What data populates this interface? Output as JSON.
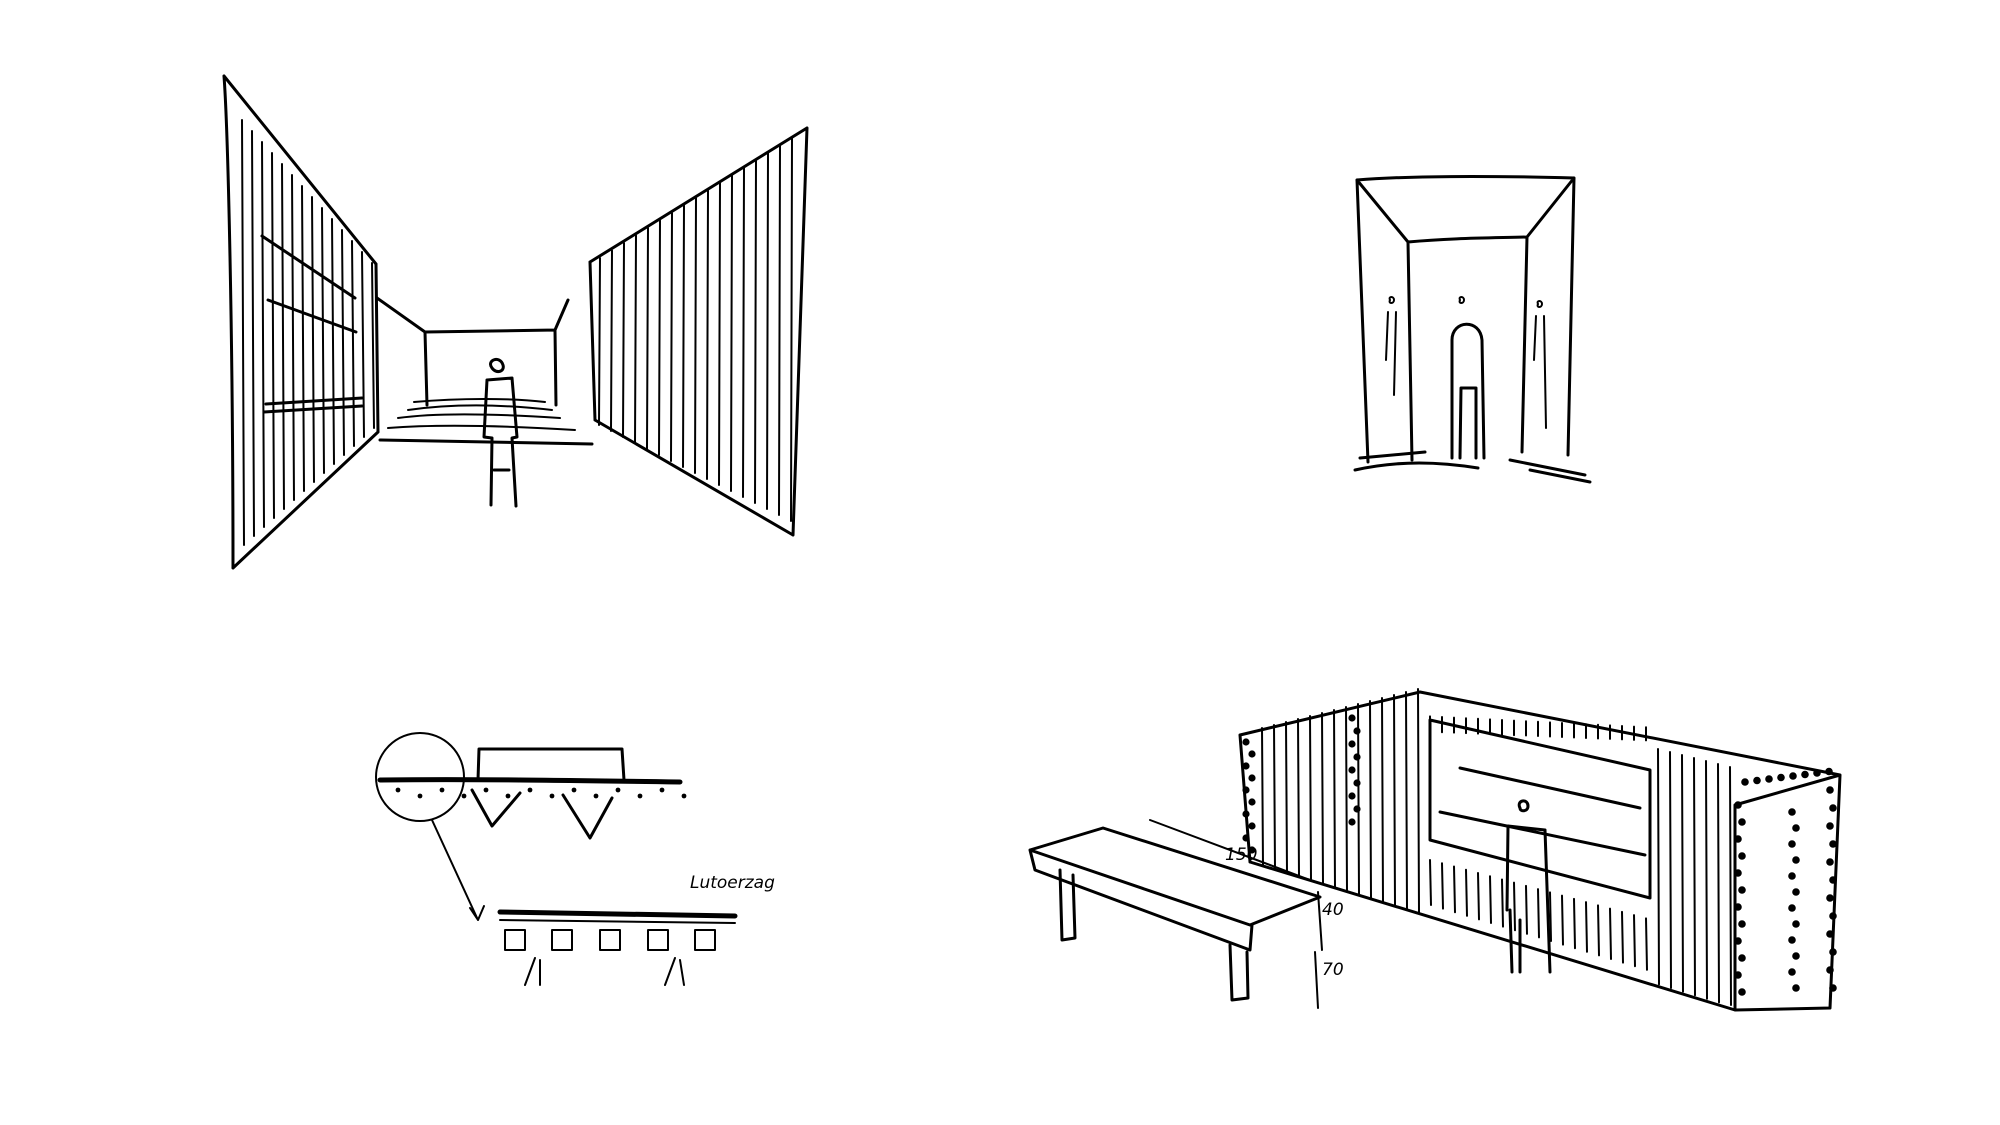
{
  "canvas": {
    "background": "#ffffff",
    "ink": "#000000"
  },
  "sketches": [
    {
      "id": "corridor-perspective",
      "icon": "corridor-sketch"
    },
    {
      "id": "doorway-elevation",
      "icon": "doorway-sketch"
    },
    {
      "id": "ceiling-section-detail",
      "icon": "section-detail-sketch"
    },
    {
      "id": "bench-and-shelving",
      "icon": "bench-shelf-sketch"
    }
  ],
  "annotations": {
    "detail_label": "Lutoerzag",
    "dim_length": "150",
    "dim_height": "40",
    "dim_leg": "70"
  }
}
